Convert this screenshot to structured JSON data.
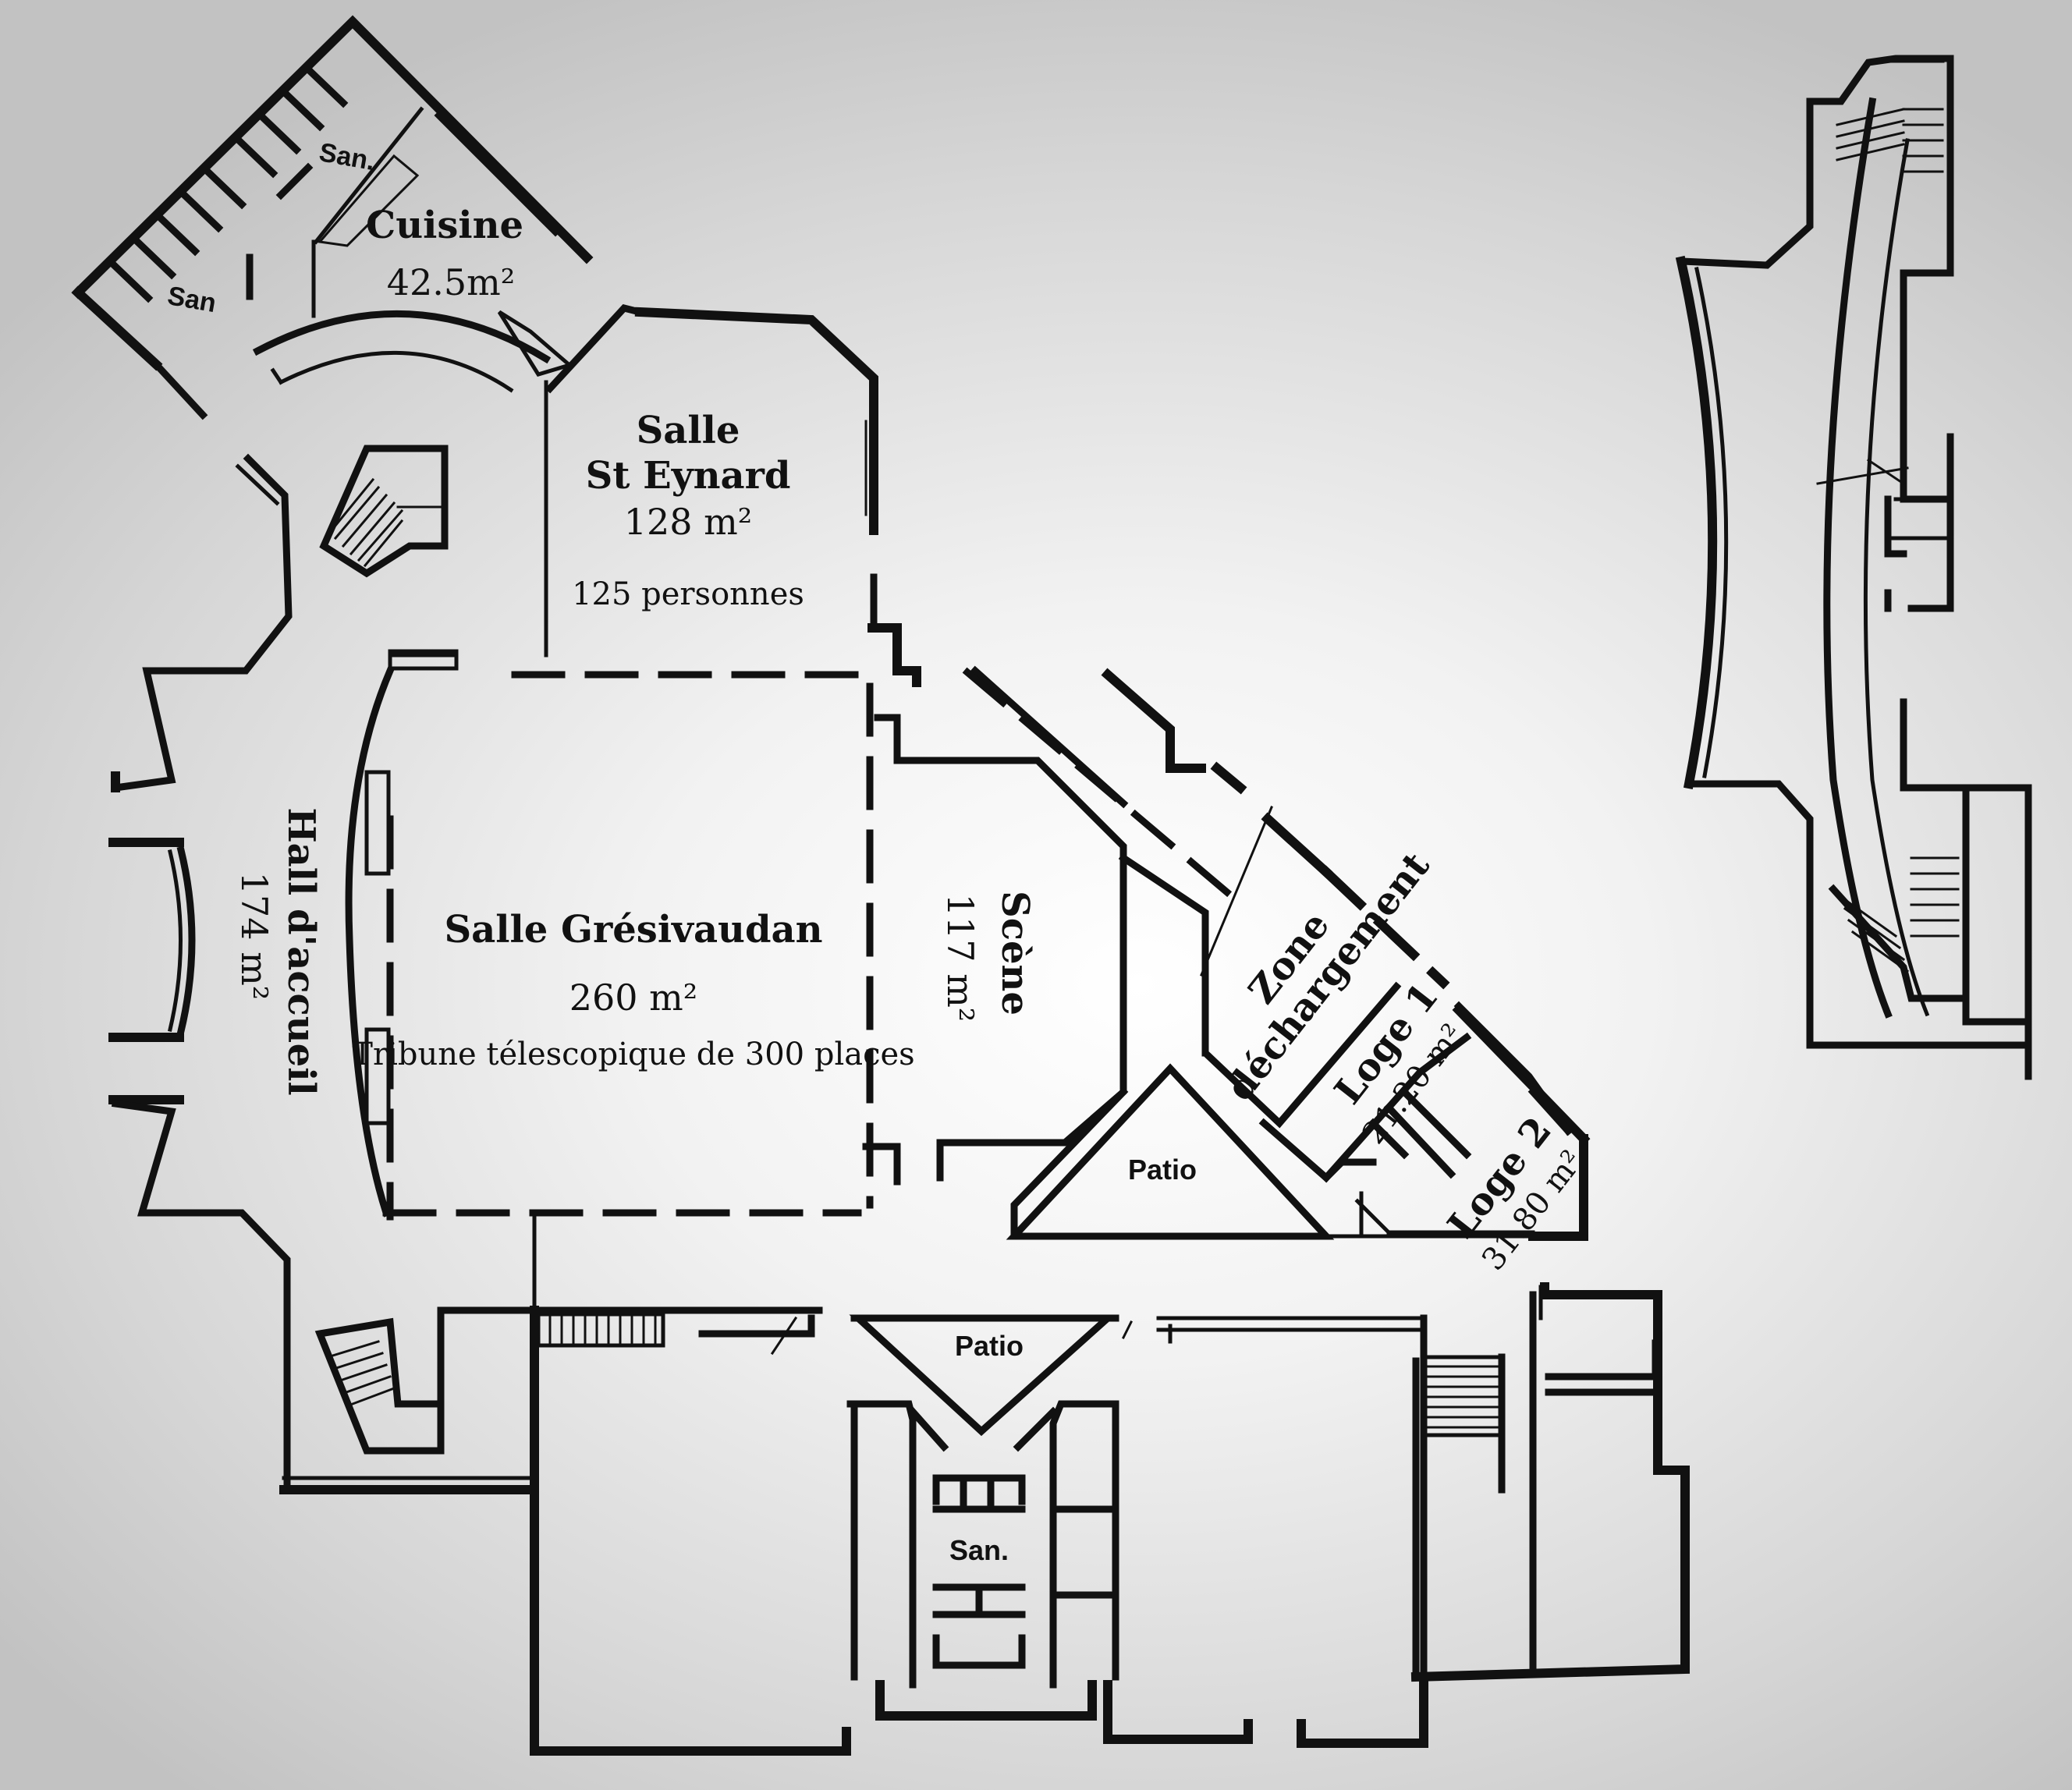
{
  "rooms": {
    "cuisine": {
      "name": "Cuisine",
      "area": "42.5m²"
    },
    "st_eynard": {
      "name_line1": "Salle",
      "name_line2": "St Eynard",
      "area": "128 m²",
      "capacity": "125 personnes"
    },
    "hall": {
      "name": "Hall d'accueil",
      "area": "174 m²"
    },
    "gresivaudan": {
      "name": "Salle Grésivaudan",
      "area": "260 m²",
      "note": "Tribune télescopique de 300 places"
    },
    "scene": {
      "name": "Scène",
      "area": "117 m²"
    },
    "zone": {
      "name_line1": "Zone",
      "name_line2": "déchargement"
    },
    "loge1": {
      "name": "Loge 1",
      "area": "21.20 m²"
    },
    "loge2": {
      "name": "Loge 2",
      "area": "31.80 m²"
    },
    "patio_upper": {
      "name": "Patio"
    },
    "patio_lower": {
      "name": "Patio"
    },
    "san_left": {
      "name": "San"
    },
    "san_top": {
      "name": "San."
    },
    "san_bottom": {
      "name": "San."
    }
  }
}
